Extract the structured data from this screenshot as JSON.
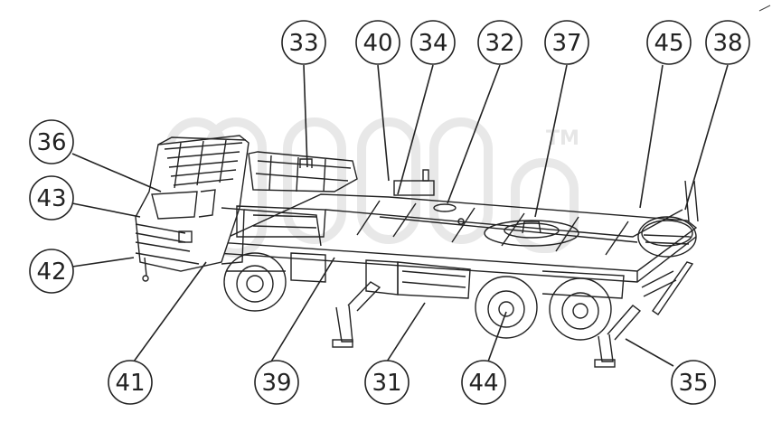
{
  "watermark": {
    "mark": "TM"
  },
  "callouts": [
    {
      "label": "33"
    },
    {
      "label": "40"
    },
    {
      "label": "34"
    },
    {
      "label": "32"
    },
    {
      "label": "37"
    },
    {
      "label": "45"
    },
    {
      "label": "38"
    },
    {
      "label": "36"
    },
    {
      "label": "43"
    },
    {
      "label": "42"
    },
    {
      "label": "41"
    },
    {
      "label": "39"
    },
    {
      "label": "31"
    },
    {
      "label": "44"
    },
    {
      "label": "35"
    }
  ],
  "colors": {
    "line": "#222222",
    "watermark": "#e0e0e0"
  }
}
